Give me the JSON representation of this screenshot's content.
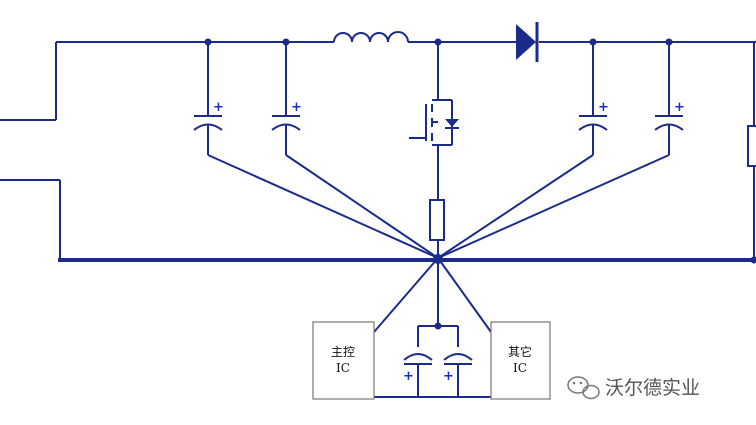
{
  "ic_main": {
    "line1": "主控",
    "line2": "IC"
  },
  "ic_other": {
    "line1": "其它",
    "line2": "IC"
  },
  "cap_plus_symbol": "+",
  "watermark": {
    "text": "沃尔德实业"
  },
  "colors": {
    "wire": "#1a2b8c",
    "plus": "#1a2bd0",
    "ic_border": "#777777",
    "background": "#ffffff"
  }
}
